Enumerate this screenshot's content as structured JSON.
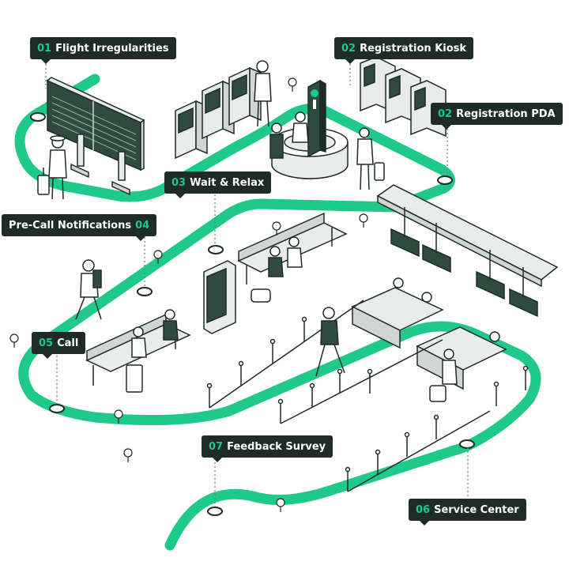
{
  "colors": {
    "path": "#1ec98a",
    "dark": "#1e2b27",
    "accent": "#19c98a",
    "line": "#1e2b27",
    "panel": "#2f4a3f",
    "floor": "#ffffff"
  },
  "steps": [
    {
      "num": "01",
      "text": "Flight Irregularities",
      "num_after": false
    },
    {
      "num": "02",
      "text": "Registration Kiosk",
      "num_after": false
    },
    {
      "num": "02",
      "text": "Registration PDA",
      "num_after": false
    },
    {
      "num": "03",
      "text": "Wait & Relax",
      "num_after": false
    },
    {
      "num": "04",
      "text": "Pre-Call Notifications",
      "num_after": true
    },
    {
      "num": "05",
      "text": "Call",
      "num_after": false
    },
    {
      "num": "06",
      "text": "Service Center",
      "num_after": false
    },
    {
      "num": "07",
      "text": "Feedback Survey",
      "num_after": false
    }
  ],
  "icons": [
    "location-pin-icon",
    "information-icon",
    "map-marker-icon"
  ]
}
